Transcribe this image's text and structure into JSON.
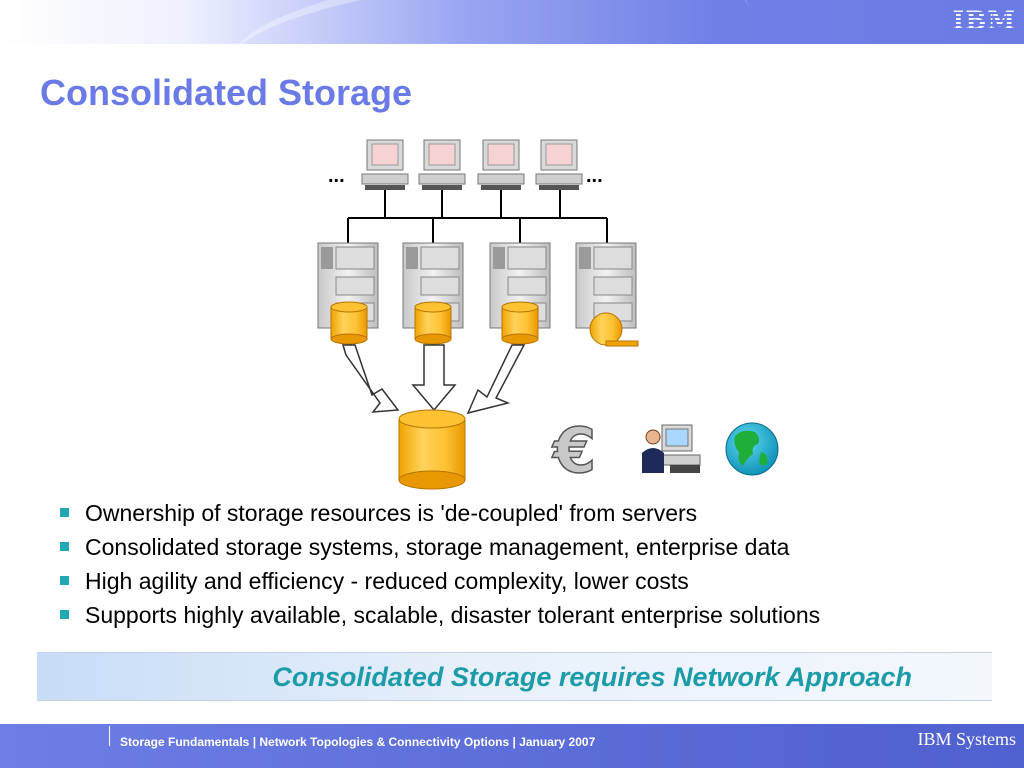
{
  "header": {
    "logo_text": "IBM",
    "band_color": "#6a7ce4"
  },
  "title": "Consolidated Storage",
  "diagram": {
    "ellipsis_left": "...",
    "ellipsis_right": "...",
    "client_count": 4,
    "server_count": 4,
    "disk_color": "#f5a623",
    "icons": [
      "euro-icon",
      "person-at-computer-icon",
      "globe-icon"
    ]
  },
  "bullets": [
    "Ownership of storage resources is 'de-coupled' from servers",
    "Consolidated storage systems, storage management, enterprise data",
    "High agility and efficiency - reduced complexity, lower costs",
    "Supports highly available, scalable, disaster tolerant enterprise solutions"
  ],
  "callout": "Consolidated Storage requires Network Approach",
  "footer": {
    "breadcrumb": "Storage Fundamentals  | Network Topologies & Connectivity Options  |  January 2007",
    "brand": "IBM Systems"
  },
  "colors": {
    "title": "#6a7ae6",
    "bullet_square": "#22a7b4",
    "callout_text": "#1c9ba8",
    "footer": "#5a6bd8"
  }
}
